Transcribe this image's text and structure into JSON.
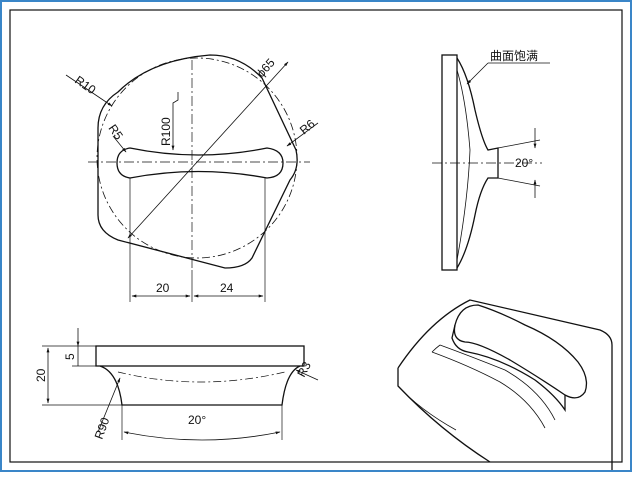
{
  "colors": {
    "background": "#ffffff",
    "frame_outer": "#3a86c8",
    "line": "#111111"
  },
  "top_view": {
    "dim_r10": "R10",
    "dim_diameter": "ϕ65",
    "dim_r100": "R100",
    "dim_r5": "R5",
    "dim_r6": "R6",
    "dim_width_left": "20",
    "dim_width_right": "24"
  },
  "side_view": {
    "note": "曲面饱满",
    "angle": "20°"
  },
  "front_view": {
    "dim_thickness": "5",
    "dim_height": "20",
    "dim_r3": "R3",
    "dim_r90": "R90",
    "angle": "20°"
  }
}
